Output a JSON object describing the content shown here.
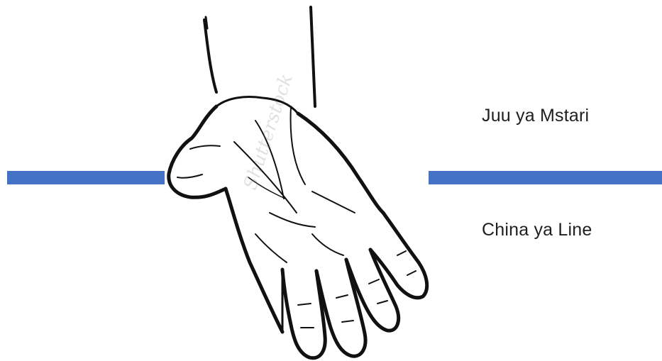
{
  "labels": {
    "above_line": "Juu ya Mstari",
    "below_line": "China ya Line"
  },
  "line": {
    "color": "#4472c4"
  },
  "illustration": {
    "icon": "open-palm-hand-icon",
    "watermark_text": "Shutterstock"
  }
}
